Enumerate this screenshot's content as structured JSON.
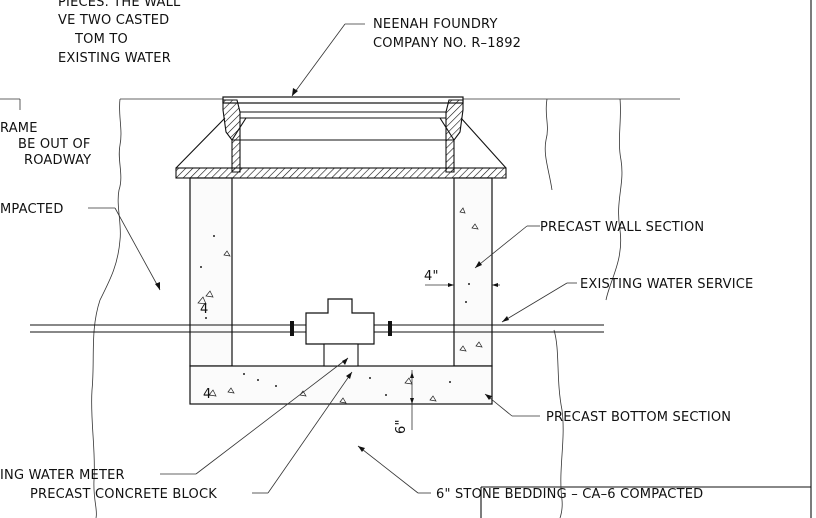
{
  "labels": {
    "note_line1": "PIECES.  THE WALL",
    "note_line2": "VE TWO CASTED",
    "note_line3": "TOM TO",
    "note_line4": "EXISTING WATER",
    "frame_line1": "RAME",
    "frame_line2": "BE OUT OF",
    "frame_line3": "ROADWAY",
    "compacted": "MPACTED",
    "neenah_line1": "NEENAH FOUNDRY",
    "neenah_line2": "COMPANY NO. R–1892",
    "precast_wall": "PRECAST WALL SECTION",
    "existing_service": "EXISTING WATER SERVICE",
    "dimension_4": "4\"",
    "dimension_6": "6\"",
    "precast_bottom": "PRECAST BOTTOM SECTION",
    "water_meter": "ING WATER METER",
    "concrete_block": "PRECAST CONCRETE BLOCK",
    "stone_bedding": "6\" STONE BEDDING – CA–6 COMPACTED"
  }
}
